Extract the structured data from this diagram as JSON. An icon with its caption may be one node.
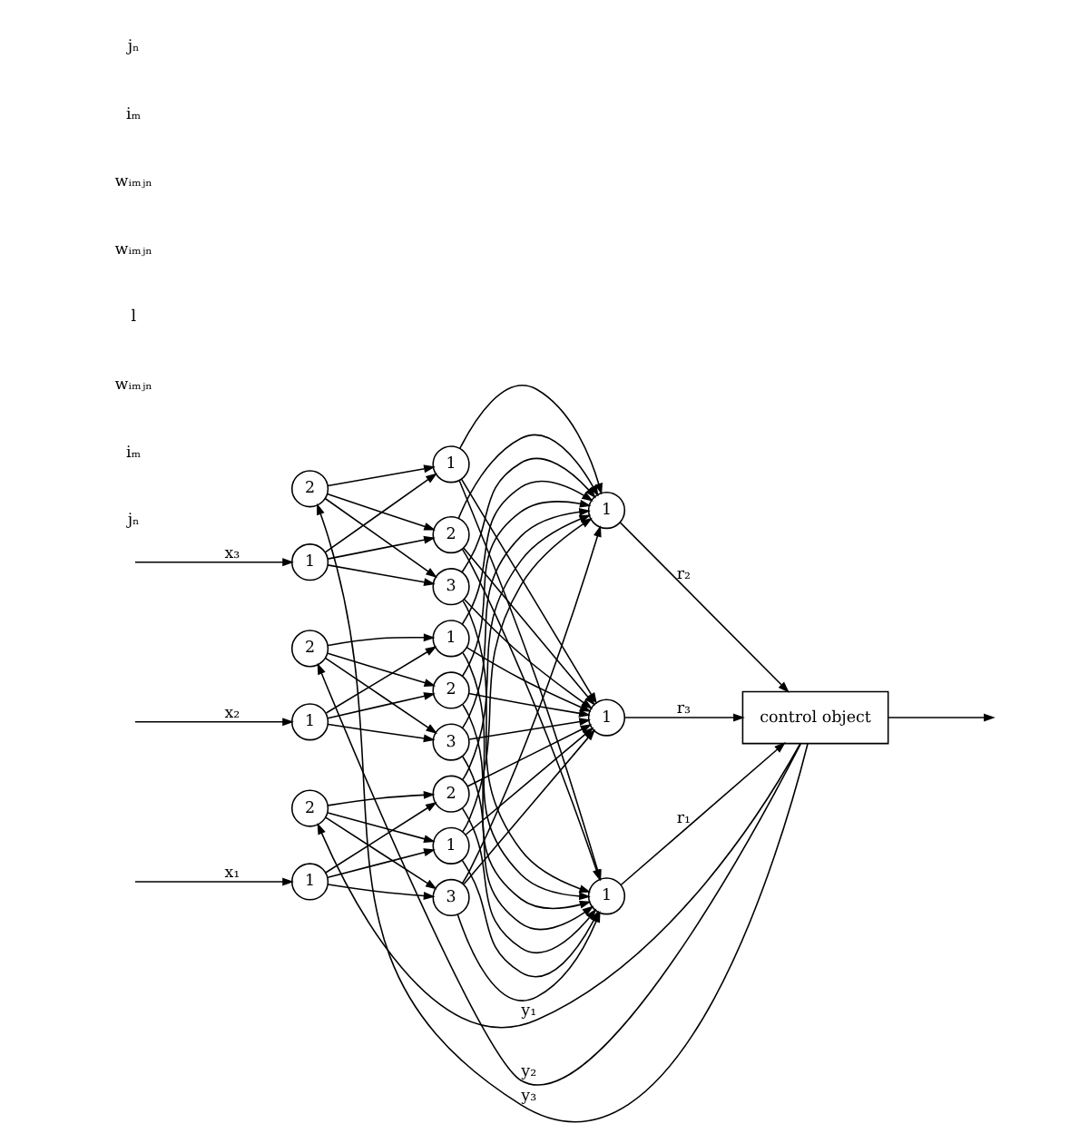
{
  "diagram": {
    "nodes": [
      {
        "text": [
          "1"
        ]
      },
      {
        "text": [
          "2"
        ]
      },
      {
        "text": [
          "1"
        ]
      },
      {
        "text": [
          "2"
        ]
      },
      {
        "text": [
          "1"
        ]
      },
      {
        "text": [
          "2"
        ]
      },
      {
        "text": [
          "1"
        ]
      },
      {
        "text": [
          "2"
        ]
      },
      {
        "text": [
          "3"
        ]
      },
      {
        "text": [
          "1"
        ]
      },
      {
        "text": [
          "2"
        ]
      },
      {
        "text": [
          "3"
        ]
      },
      {
        "text": [
          "1"
        ]
      },
      {
        "text": [
          "2"
        ]
      },
      {
        "text": [
          "3"
        ]
      },
      {
        "text": [
          "1"
        ]
      },
      {
        "text": [
          "1"
        ]
      },
      {
        "text": [
          "1"
        ]
      },
      {
        "text": [
          "control object"
        ]
      }
    ],
    "edges": [
      {
        "from": null,
        "to": 0,
        "arrow": "to",
        "label": "x₁"
      },
      {
        "from": null,
        "to": 2,
        "arrow": "to",
        "label": "x₂"
      },
      {
        "from": null,
        "to": 4,
        "arrow": "to",
        "label": "x₃"
      },
      {
        "from": 0,
        "to": 6,
        "arrow": "to"
      },
      {
        "from": 0,
        "to": 7,
        "arrow": "to"
      },
      {
        "from": 0,
        "to": 8,
        "arrow": "to"
      },
      {
        "from": 1,
        "to": 6,
        "arrow": "to"
      },
      {
        "from": 1,
        "to": 7,
        "arrow": "to"
      },
      {
        "from": 1,
        "to": 8,
        "arrow": "to"
      },
      {
        "from": 2,
        "to": 9,
        "arrow": "to"
      },
      {
        "from": 2,
        "to": 10,
        "arrow": "to"
      },
      {
        "from": 2,
        "to": 11,
        "arrow": "to"
      },
      {
        "from": 3,
        "to": 9,
        "arrow": "to"
      },
      {
        "from": 3,
        "to": 10,
        "arrow": "to"
      },
      {
        "from": 3,
        "to": 11,
        "arrow": "to"
      },
      {
        "from": 4,
        "to": 12,
        "arrow": "to"
      },
      {
        "from": 4,
        "to": 13,
        "arrow": "to"
      },
      {
        "from": 4,
        "to": 14,
        "arrow": "to"
      },
      {
        "from": 5,
        "to": 12,
        "arrow": "to"
      },
      {
        "from": 5,
        "to": 13,
        "arrow": "to"
      },
      {
        "from": 5,
        "to": 14,
        "arrow": "to"
      },
      {
        "from": 6,
        "to": 15,
        "arrow": "to"
      },
      {
        "from": 6,
        "to": 16,
        "arrow": "to"
      },
      {
        "from": 6,
        "to": 17,
        "arrow": "to"
      },
      {
        "from": 7,
        "to": 15,
        "arrow": "to"
      },
      {
        "from": 7,
        "to": 16,
        "arrow": "to"
      },
      {
        "from": 7,
        "to": 17,
        "arrow": "to"
      },
      {
        "from": 8,
        "to": 15,
        "arrow": "to"
      },
      {
        "from": 8,
        "to": 16,
        "arrow": "to"
      },
      {
        "from": 8,
        "to": 17,
        "arrow": "to"
      },
      {
        "from": 9,
        "to": 15,
        "arrow": "to"
      },
      {
        "from": 9,
        "to": 16,
        "arrow": "to"
      },
      {
        "from": 9,
        "to": 17,
        "arrow": "to"
      },
      {
        "from": 10,
        "to": 15,
        "arrow": "to"
      },
      {
        "from": 10,
        "to": 16,
        "arrow": "to"
      },
      {
        "from": 10,
        "to": 17,
        "arrow": "to"
      },
      {
        "from": 11,
        "to": 15,
        "arrow": "to"
      },
      {
        "from": 11,
        "to": 16,
        "arrow": "to"
      },
      {
        "from": 11,
        "to": 17,
        "arrow": "to"
      },
      {
        "from": 12,
        "to": 15,
        "arrow": "to"
      },
      {
        "from": 12,
        "to": 16,
        "arrow": "to"
      },
      {
        "from": 12,
        "to": 17,
        "arrow": "to"
      },
      {
        "from": 13,
        "to": 15,
        "arrow": "to"
      },
      {
        "from": 13,
        "to": 16,
        "arrow": "to"
      },
      {
        "from": 13,
        "to": 17,
        "arrow": "to"
      },
      {
        "from": 14,
        "to": 15,
        "arrow": "to"
      },
      {
        "from": 14,
        "to": 16,
        "arrow": "to"
      },
      {
        "from": 14,
        "to": 17,
        "arrow": "to"
      },
      {
        "from": 15,
        "to": 18,
        "arrow": "to",
        "label": "r₁"
      },
      {
        "from": 16,
        "to": 18,
        "arrow": "to",
        "label": "r₂"
      },
      {
        "from": 17,
        "to": 18,
        "arrow": "to",
        "label": "r₃"
      },
      {
        "from": 18,
        "to": null,
        "arrow": "to"
      },
      {
        "from": 18,
        "to": 1,
        "arrow": "to",
        "label": "y₁"
      },
      {
        "from": 18,
        "to": 3,
        "arrow": "to",
        "label": "y₂"
      },
      {
        "from": 18,
        "to": 5,
        "arrow": "to",
        "label": "y₃"
      }
    ],
    "labels": [
      "jₙ",
      "iₘ",
      "wᵢₘⱼₙ",
      "l",
      "wᵢₘⱼₙ",
      "wᵢₘⱼₙ",
      "iₘ",
      "jₙ"
    ]
  }
}
